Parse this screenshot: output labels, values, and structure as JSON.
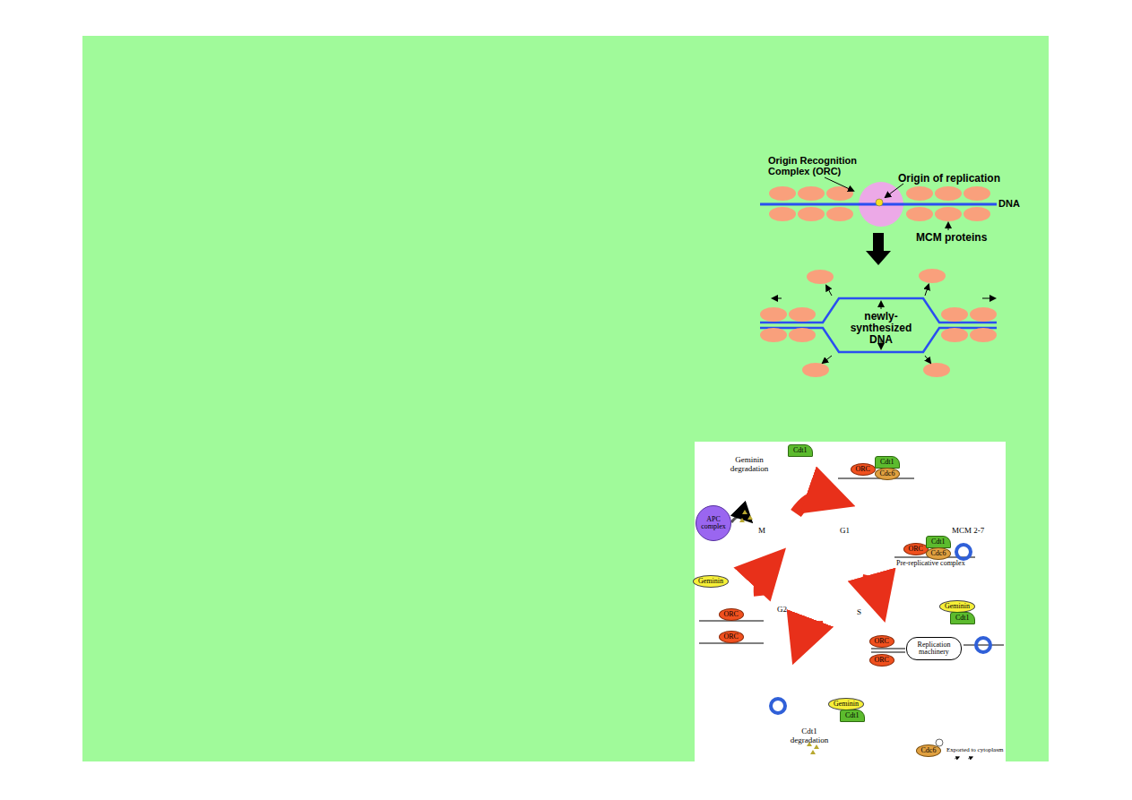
{
  "diagram": {
    "nodes": [
      {
        "text": [
          "Cdt1"
        ]
      },
      {
        "text": [
          "ORC"
        ]
      },
      {
        "text": [
          "Cdt1"
        ]
      },
      {
        "text": [
          "Cdc6"
        ]
      },
      {
        "text": [
          "APC complex"
        ]
      },
      {
        "text": [
          "ORC"
        ]
      },
      {
        "text": [
          "Cdt1"
        ]
      },
      {
        "text": [
          "Cdc6"
        ]
      },
      {
        "text": [
          "Geminin"
        ]
      },
      {
        "text": [
          "Geminin"
        ]
      },
      {
        "text": [
          "Cdt1"
        ]
      },
      {
        "text": [
          "ORC"
        ]
      },
      {
        "text": [
          "ORC"
        ]
      },
      {
        "text": [
          "ORC"
        ]
      },
      {
        "text": [
          "ORC"
        ]
      },
      {
        "text": [
          "Replication machinery"
        ]
      },
      {
        "text": [
          "Geminin"
        ]
      },
      {
        "text": [
          "Cdt1"
        ]
      },
      {
        "text": [
          "Cdc6"
        ]
      }
    ],
    "labels": [
      "Origin Recognition Complex (ORC)",
      "Origin of replication",
      "DNA",
      "MCM proteins",
      "newly-synthesized DNA",
      "Geminin degradation",
      "M",
      "G1",
      "MCM 2-7",
      "Pre-replicative complex",
      "G2",
      "S",
      "Cdt1 degradation",
      "Exported to cytoplasm"
    ]
  }
}
